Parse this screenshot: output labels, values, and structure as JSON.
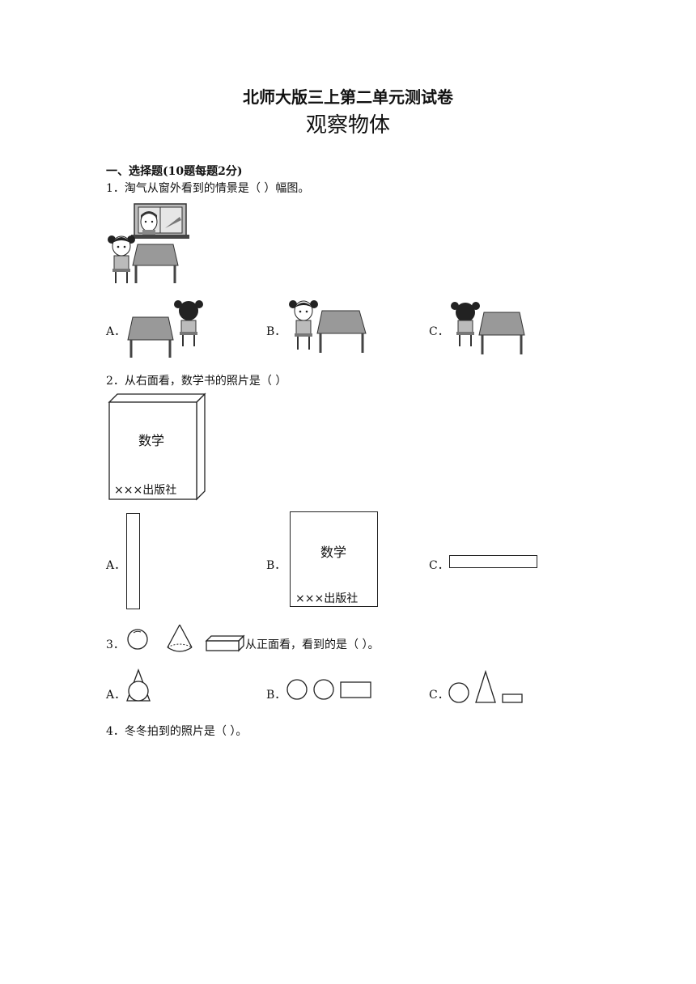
{
  "document": {
    "title": "北师大版三上第二单元测试卷",
    "subtitle": "观察物体",
    "section1": "一、选择题(10题每题2分)"
  },
  "questions": [
    {
      "number": "1．",
      "text": "淘气从窗外看到的情景是（    ）幅图。",
      "options": [
        "A．",
        "B．",
        "C．"
      ]
    },
    {
      "number": "2．",
      "text": "从右面看，数学书的照片是（    ）",
      "book_title": "数学",
      "book_publisher": "×××出版社",
      "options": [
        "A．",
        "B．",
        "C．"
      ],
      "option_b_title": "数学",
      "option_b_publisher": "×××出版社"
    },
    {
      "number": "3．",
      "text": "从正面看，看到的是（    ）。",
      "options": [
        "A．",
        "B．",
        "C．"
      ]
    },
    {
      "number": "4．",
      "text": "冬冬拍到的照片是（    ）。"
    }
  ],
  "icons": {
    "girl": "girl-figure-icon",
    "table": "table-icon",
    "window": "window-icon",
    "boy": "boy-in-window-icon"
  }
}
